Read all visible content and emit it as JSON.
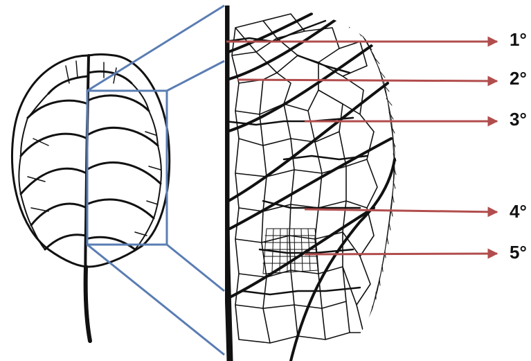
{
  "vein_orders": [
    {
      "label": "1°"
    },
    {
      "label": "2°"
    },
    {
      "label": "3°"
    },
    {
      "label": "4°"
    },
    {
      "label": "5°"
    }
  ],
  "colors": {
    "arrow": "#b24d4d",
    "zoom_box": "#5a7db3",
    "vein": "#111111",
    "background": "#ffffff"
  }
}
